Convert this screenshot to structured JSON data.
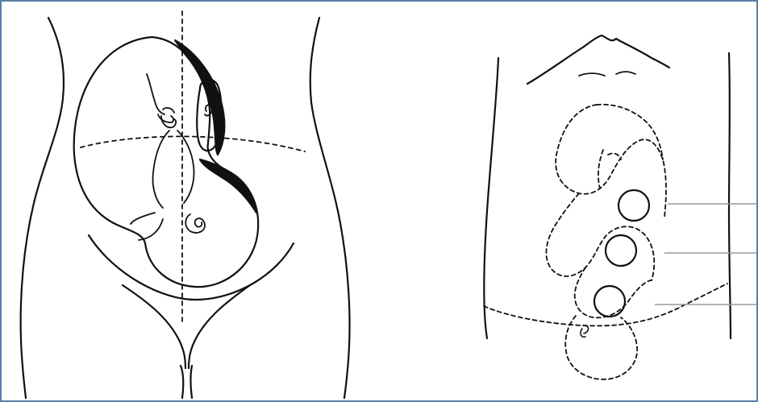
{
  "figure": {
    "panels": [
      {
        "id": "left",
        "subject": "fetus-in-uterus-front-view"
      },
      {
        "id": "right",
        "subject": "abdomen-with-organ-outlines"
      }
    ],
    "colors": {
      "frame": "#5a7fa8",
      "ink": "#111111",
      "pointer_line": "#9a9a9a",
      "background": "#ffffff"
    },
    "callouts_count": 3
  }
}
